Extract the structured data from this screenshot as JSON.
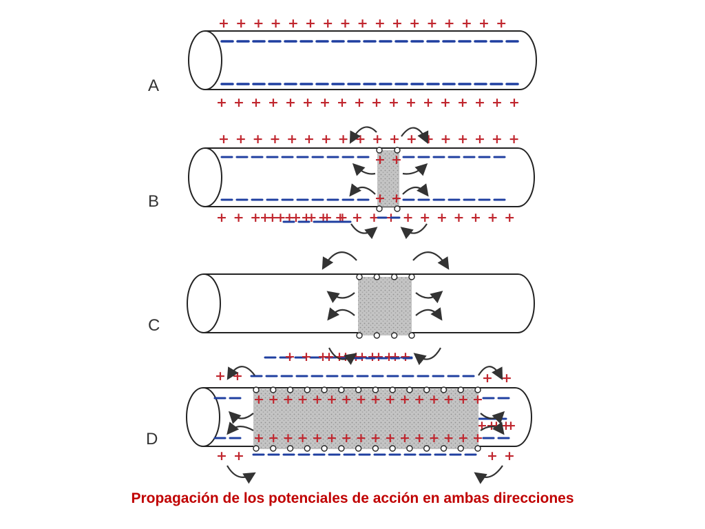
{
  "caption": "Propagación de los potenciales de acción en ambas direcciones",
  "colors": {
    "positive": "#c0262e",
    "negative": "#1f3fa0",
    "outline": "#222222",
    "depolarized": "#b8b8b8",
    "caption": "#c00000"
  },
  "panels": [
    {
      "letter": "A"
    },
    {
      "letter": "B"
    },
    {
      "letter": "C"
    },
    {
      "letter": "D"
    }
  ]
}
